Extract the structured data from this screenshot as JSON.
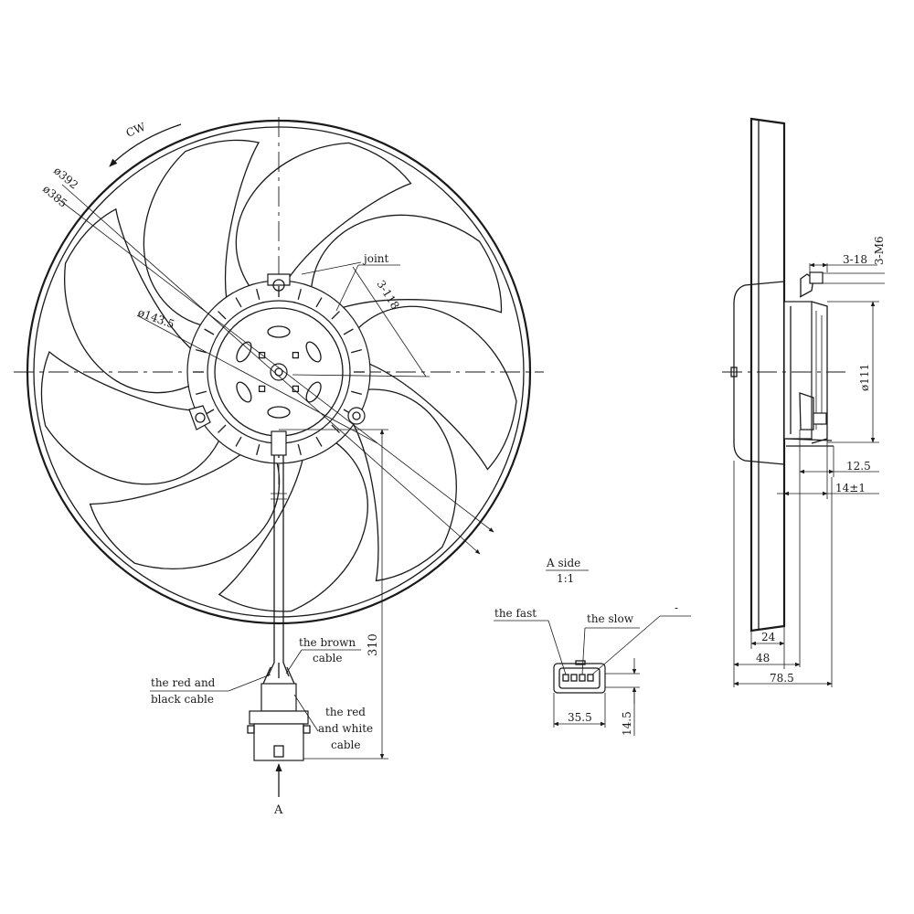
{
  "front_view": {
    "rotation_label": "CW",
    "dia_outer": "ø392",
    "dia_inner": "ø385",
    "dia_hub": "ø143.5",
    "joint_label": "joint",
    "joint_dim": "3-118",
    "cable_length": "310",
    "view_arrow": "A",
    "cable_labels": {
      "brown_1": "the brown",
      "brown_2": "cable",
      "red_black_1": "the red and",
      "red_black_2": "black cable",
      "red_white_1": "the red",
      "red_white_2": "and white",
      "red_white_3": "cable"
    }
  },
  "side_view": {
    "bolt_spec": "3-M6",
    "bolt_length": "3-18",
    "motor_dia": "ø111",
    "dims": {
      "d12_5": "12.5",
      "d14": "14±1",
      "d24": "24",
      "d48": "48",
      "d78_5": "78.5"
    }
  },
  "connector_detail": {
    "title": "A side",
    "scale": "1:1",
    "fast": "the fast",
    "slow": "the slow",
    "minus": "-",
    "width": "35.5",
    "height": "14.5"
  }
}
